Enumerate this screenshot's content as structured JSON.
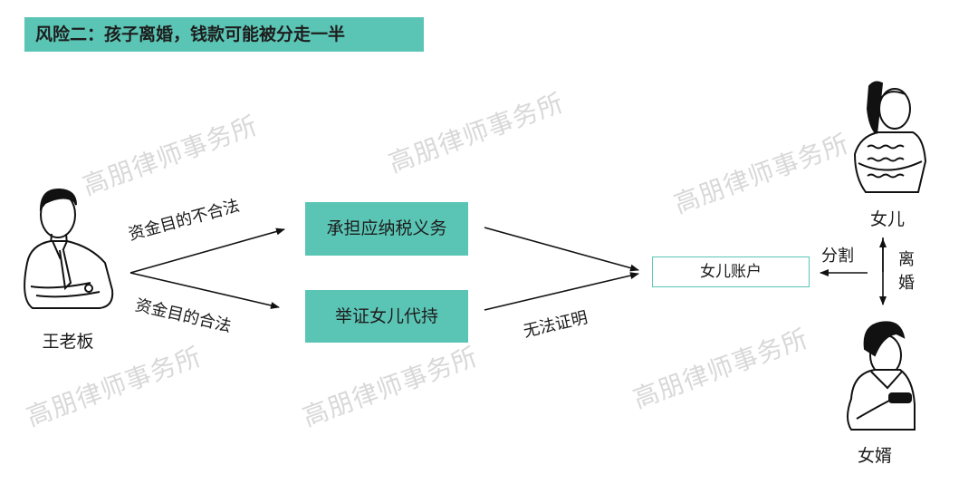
{
  "title": "风险二：孩子离婚，钱款可能被分走一半",
  "watermark": "高朋律师事务所",
  "people": {
    "boss": "王老板",
    "daughter": "女儿",
    "son_in_law": "女婿"
  },
  "branches": {
    "illegal_purpose": "资金目的不合法",
    "legal_purpose": "资金目的合法"
  },
  "boxes": {
    "tax_obligation": "承担应纳税义务",
    "prove_proxy": "举证女儿代持",
    "daughter_account": "女儿账户"
  },
  "edges": {
    "cannot_prove": "无法证明",
    "split": "分割",
    "divorce_1": "离",
    "divorce_2": "婚"
  },
  "colors": {
    "teal": "#5bc5b5",
    "text": "#1a1a1a",
    "watermark": "#d8d8d8"
  }
}
